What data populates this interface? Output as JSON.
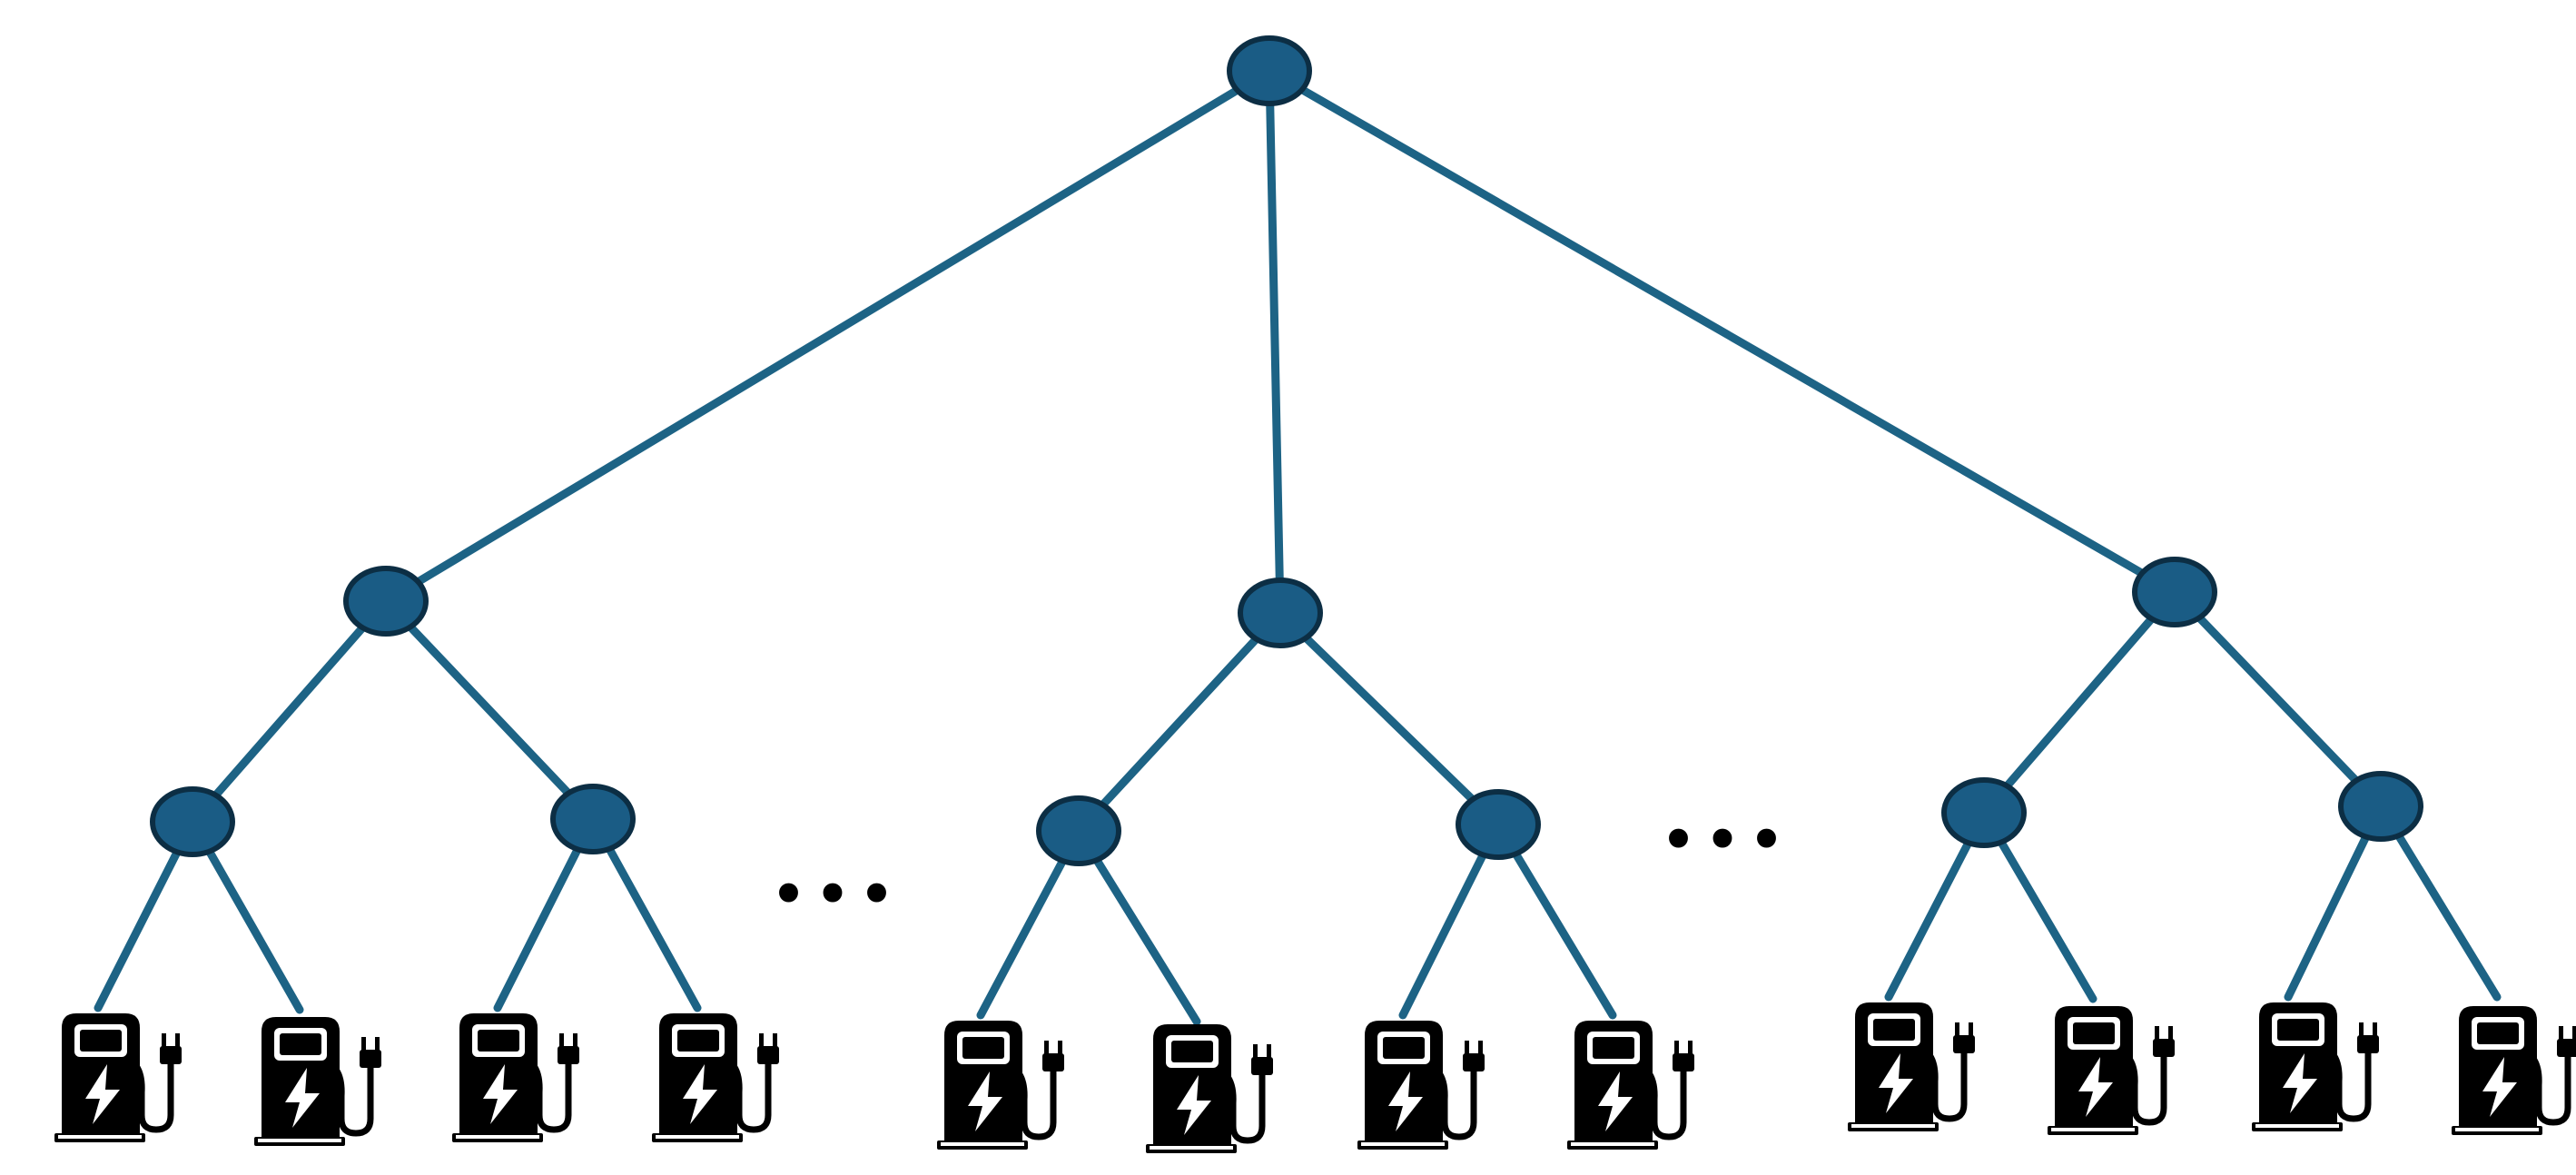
{
  "diagram": {
    "type": "tree",
    "colors": {
      "node_fill": "#1a5c85",
      "node_stroke": "#0c2e44",
      "edge": "#1d6385",
      "icon": "#000000",
      "background": "#ffffff"
    },
    "levels": [
      {
        "level": 0,
        "node_count": 1
      },
      {
        "level": 1,
        "node_count": 3
      },
      {
        "level": 2,
        "node_count": 6,
        "omitted_groups_indicated_by_ellipsis": true
      },
      {
        "level": 3,
        "leaf_count": 12,
        "leaf_icon": "ev-charging-station-icon"
      }
    ],
    "ellipsis_glyph": "•••"
  }
}
